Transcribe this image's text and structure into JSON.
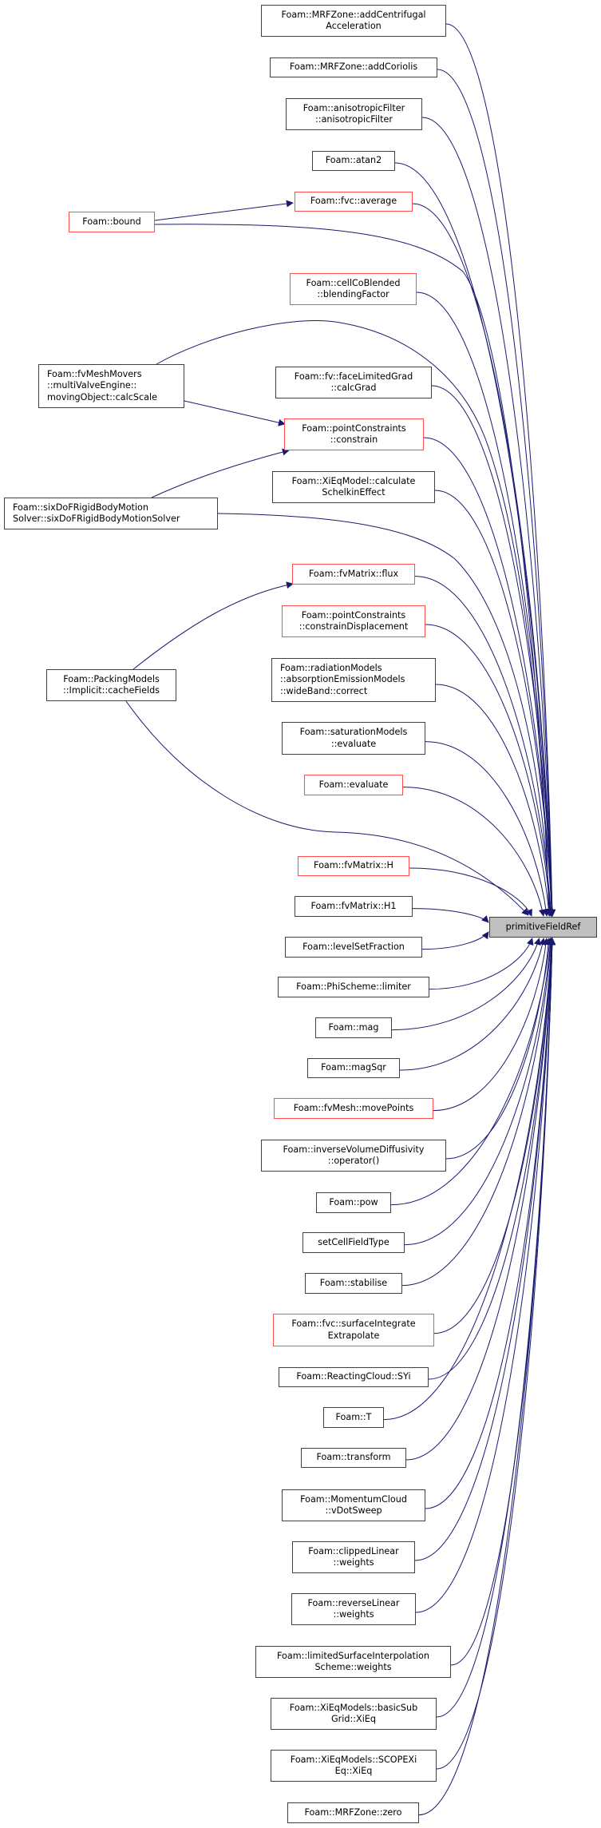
{
  "graph": {
    "edge_color": "#191970",
    "red_border": "#ff4d4d",
    "black_border": "#404040",
    "focus_fill": "#bfbfbf",
    "focus": "primitiveFieldRef",
    "nodes": [
      {
        "id": "primitiveFieldRef",
        "lines": [
          "primitiveFieldRef"
        ],
        "style": "focus"
      },
      {
        "id": "addCentrifugal",
        "lines": [
          "Foam::MRFZone::addCentrifugal",
          "Acceleration"
        ],
        "style": "black"
      },
      {
        "id": "addCoriolis",
        "lines": [
          "Foam::MRFZone::addCoriolis"
        ],
        "style": "black"
      },
      {
        "id": "anisotropicFilter",
        "lines": [
          "Foam::anisotropicFilter",
          "::anisotropicFilter"
        ],
        "style": "black"
      },
      {
        "id": "atan2",
        "lines": [
          "Foam::atan2"
        ],
        "style": "black"
      },
      {
        "id": "average",
        "lines": [
          "Foam::fvc::average"
        ],
        "style": "red"
      },
      {
        "id": "bound",
        "lines": [
          "Foam::bound"
        ],
        "style": "red"
      },
      {
        "id": "blendingFactor",
        "lines": [
          "Foam::cellCoBlended",
          "::blendingFactor"
        ],
        "style": "red"
      },
      {
        "id": "calcScale",
        "lines": [
          "Foam::fvMeshMovers",
          "::multiValveEngine::",
          "movingObject::calcScale"
        ],
        "style": "black"
      },
      {
        "id": "calcGrad",
        "lines": [
          "Foam::fv::faceLimitedGrad",
          "::calcGrad"
        ],
        "style": "black"
      },
      {
        "id": "constrain",
        "lines": [
          "Foam::pointConstraints",
          "::constrain"
        ],
        "style": "red"
      },
      {
        "id": "schelkin",
        "lines": [
          "Foam::XiEqModel::calculate",
          "SchelkinEffect"
        ],
        "style": "black"
      },
      {
        "id": "sixDoF",
        "lines": [
          "Foam::sixDoFRigidBodyMotion",
          "Solver::sixDoFRigidBodyMotionSolver"
        ],
        "style": "black"
      },
      {
        "id": "flux",
        "lines": [
          "Foam::fvMatrix::flux"
        ],
        "style": "red"
      },
      {
        "id": "constrainDisplacement",
        "lines": [
          "Foam::pointConstraints",
          "::constrainDisplacement"
        ],
        "style": "red"
      },
      {
        "id": "packing",
        "lines": [
          "Foam::PackingModels",
          "::Implicit::cacheFields"
        ],
        "style": "black"
      },
      {
        "id": "wideBand",
        "lines": [
          "Foam::radiationModels",
          "::absorptionEmissionModels",
          "::wideBand::correct"
        ],
        "style": "black"
      },
      {
        "id": "saturation",
        "lines": [
          "Foam::saturationModels",
          "::evaluate"
        ],
        "style": "black"
      },
      {
        "id": "evaluate",
        "lines": [
          "Foam::evaluate"
        ],
        "style": "red"
      },
      {
        "id": "H",
        "lines": [
          "Foam::fvMatrix::H"
        ],
        "style": "red"
      },
      {
        "id": "H1",
        "lines": [
          "Foam::fvMatrix::H1"
        ],
        "style": "black"
      },
      {
        "id": "levelSetFraction",
        "lines": [
          "Foam::levelSetFraction"
        ],
        "style": "black"
      },
      {
        "id": "limiter",
        "lines": [
          "Foam::PhiScheme::limiter"
        ],
        "style": "black"
      },
      {
        "id": "mag",
        "lines": [
          "Foam::mag"
        ],
        "style": "black"
      },
      {
        "id": "magSqr",
        "lines": [
          "Foam::magSqr"
        ],
        "style": "black"
      },
      {
        "id": "movePoints",
        "lines": [
          "Foam::fvMesh::movePoints"
        ],
        "style": "red"
      },
      {
        "id": "inverseVolume",
        "lines": [
          "Foam::inverseVolumeDiffusivity",
          "::operator()"
        ],
        "style": "black"
      },
      {
        "id": "pow",
        "lines": [
          "Foam::pow"
        ],
        "style": "black"
      },
      {
        "id": "setCellFieldType",
        "lines": [
          "setCellFieldType"
        ],
        "style": "black"
      },
      {
        "id": "stabilise",
        "lines": [
          "Foam::stabilise"
        ],
        "style": "black"
      },
      {
        "id": "surfaceIntegrate",
        "lines": [
          "Foam::fvc::surfaceIntegrate",
          "Extrapolate"
        ],
        "style": "red"
      },
      {
        "id": "SYi",
        "lines": [
          "Foam::ReactingCloud::SYi"
        ],
        "style": "black"
      },
      {
        "id": "T",
        "lines": [
          "Foam::T"
        ],
        "style": "black"
      },
      {
        "id": "transform",
        "lines": [
          "Foam::transform"
        ],
        "style": "black"
      },
      {
        "id": "vDotSweep",
        "lines": [
          "Foam::MomentumCloud",
          "::vDotSweep"
        ],
        "style": "black"
      },
      {
        "id": "clippedLinear",
        "lines": [
          "Foam::clippedLinear",
          "::weights"
        ],
        "style": "black"
      },
      {
        "id": "reverseLinear",
        "lines": [
          "Foam::reverseLinear",
          "::weights"
        ],
        "style": "black"
      },
      {
        "id": "limitedSurface",
        "lines": [
          "Foam::limitedSurfaceInterpolation",
          "Scheme::weights"
        ],
        "style": "black"
      },
      {
        "id": "basicSubGrid",
        "lines": [
          "Foam::XiEqModels::basicSub",
          "Grid::XiEq"
        ],
        "style": "black"
      },
      {
        "id": "SCOPEXi",
        "lines": [
          "Foam::XiEqModels::SCOPEXi",
          "Eq::XiEq"
        ],
        "style": "black"
      },
      {
        "id": "zero",
        "lines": [
          "Foam::MRFZone::zero"
        ],
        "style": "black"
      }
    ],
    "edges": [
      [
        "bound",
        "average"
      ],
      [
        "calcScale",
        "constrain"
      ],
      [
        "sixDoF",
        "constrain"
      ],
      [
        "packing",
        "flux"
      ],
      [
        "bound",
        "primitiveFieldRef"
      ],
      [
        "calcScale",
        "primitiveFieldRef"
      ],
      [
        "sixDoF",
        "primitiveFieldRef"
      ],
      [
        "packing",
        "primitiveFieldRef"
      ],
      [
        "addCentrifugal",
        "primitiveFieldRef"
      ],
      [
        "addCoriolis",
        "primitiveFieldRef"
      ],
      [
        "anisotropicFilter",
        "primitiveFieldRef"
      ],
      [
        "atan2",
        "primitiveFieldRef"
      ],
      [
        "average",
        "primitiveFieldRef"
      ],
      [
        "blendingFactor",
        "primitiveFieldRef"
      ],
      [
        "calcGrad",
        "primitiveFieldRef"
      ],
      [
        "constrain",
        "primitiveFieldRef"
      ],
      [
        "schelkin",
        "primitiveFieldRef"
      ],
      [
        "flux",
        "primitiveFieldRef"
      ],
      [
        "constrainDisplacement",
        "primitiveFieldRef"
      ],
      [
        "wideBand",
        "primitiveFieldRef"
      ],
      [
        "saturation",
        "primitiveFieldRef"
      ],
      [
        "evaluate",
        "primitiveFieldRef"
      ],
      [
        "H",
        "primitiveFieldRef"
      ],
      [
        "H1",
        "primitiveFieldRef"
      ],
      [
        "levelSetFraction",
        "primitiveFieldRef"
      ],
      [
        "limiter",
        "primitiveFieldRef"
      ],
      [
        "mag",
        "primitiveFieldRef"
      ],
      [
        "magSqr",
        "primitiveFieldRef"
      ],
      [
        "movePoints",
        "primitiveFieldRef"
      ],
      [
        "inverseVolume",
        "primitiveFieldRef"
      ],
      [
        "pow",
        "primitiveFieldRef"
      ],
      [
        "setCellFieldType",
        "primitiveFieldRef"
      ],
      [
        "stabilise",
        "primitiveFieldRef"
      ],
      [
        "surfaceIntegrate",
        "primitiveFieldRef"
      ],
      [
        "SYi",
        "primitiveFieldRef"
      ],
      [
        "T",
        "primitiveFieldRef"
      ],
      [
        "transform",
        "primitiveFieldRef"
      ],
      [
        "vDotSweep",
        "primitiveFieldRef"
      ],
      [
        "clippedLinear",
        "primitiveFieldRef"
      ],
      [
        "reverseLinear",
        "primitiveFieldRef"
      ],
      [
        "limitedSurface",
        "primitiveFieldRef"
      ],
      [
        "basicSubGrid",
        "primitiveFieldRef"
      ],
      [
        "SCOPEXi",
        "primitiveFieldRef"
      ],
      [
        "zero",
        "primitiveFieldRef"
      ]
    ]
  }
}
